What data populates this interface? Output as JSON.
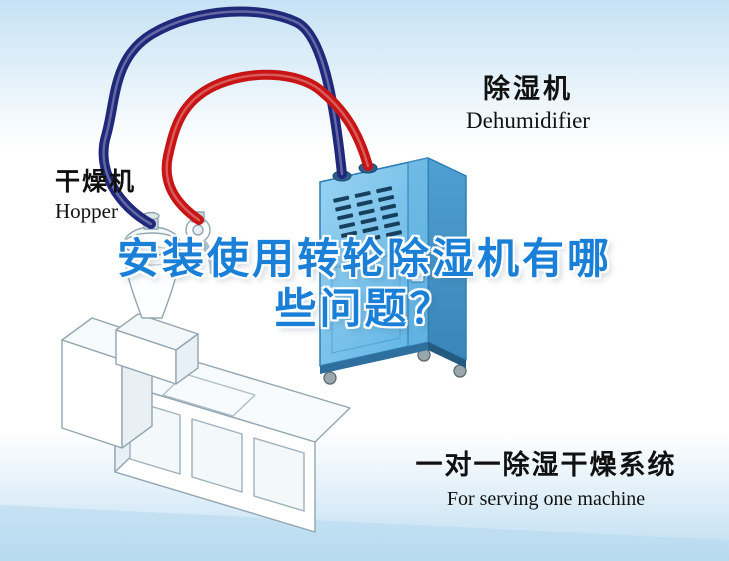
{
  "poster": {
    "title": {
      "line1": "安装使用转轮除湿机有哪",
      "line2": "些问题？"
    },
    "hopper_label": {
      "cn": "干燥机",
      "en": "Hopper"
    },
    "dehumidifier_label": {
      "cn": "除湿机",
      "en": "Dehumidifier"
    },
    "caption": {
      "cn": "一对一除湿干燥系统",
      "en": "For serving one machine"
    }
  },
  "colors": {
    "title_blue": "#1a7fd6",
    "pipe_red": "#c81414",
    "pipe_navy": "#20287a",
    "dehumidifier_body": "#79c2ec",
    "background_tint": "#c6e2f4"
  }
}
